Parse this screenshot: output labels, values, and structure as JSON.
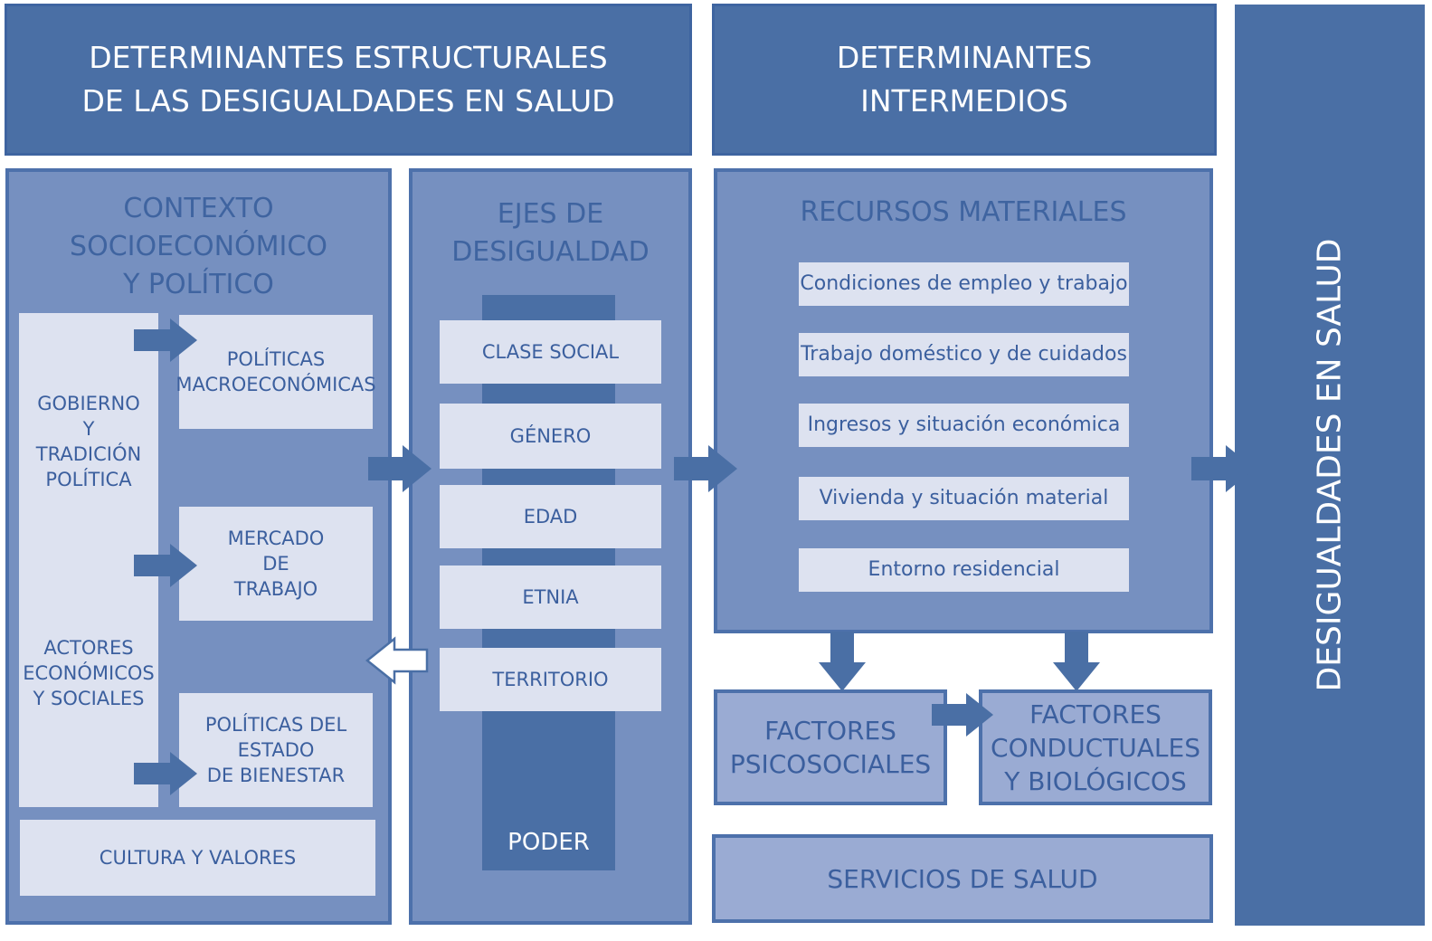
{
  "headers": {
    "structural": [
      "DETERMINANTES ESTRUCTURALES",
      "DE LAS DESIGUALDADES EN SALUD"
    ],
    "intermediate": [
      "DETERMINANTES",
      "INTERMEDIOS"
    ]
  },
  "outcome": "DESIGUALDADES EN SALUD",
  "contexto": {
    "title": [
      "CONTEXTO",
      "SOCIOECONÓMICO",
      "Y POLÍTICO"
    ],
    "actors_left": {
      "gobierno": [
        "GOBIERNO",
        "Y",
        "TRADICIÓN",
        "POLÍTICA"
      ],
      "actores": [
        "ACTORES",
        "ECONÓMICOS",
        "Y SOCIALES"
      ]
    },
    "policies": [
      [
        "POLÍTICAS",
        "MACROECONÓMICAS"
      ],
      [
        "MERCADO",
        "DE",
        "TRABAJO"
      ],
      [
        "POLÍTICAS DEL",
        "ESTADO",
        "DE BIENESTAR"
      ]
    ],
    "cultura": "CULTURA Y VALORES"
  },
  "ejes": {
    "title": [
      "EJES DE",
      "DESIGUALDAD"
    ],
    "items": [
      "CLASE SOCIAL",
      "GÉNERO",
      "EDAD",
      "ETNIA",
      "TERRITORIO"
    ],
    "poder": "PODER"
  },
  "recursos": {
    "title": "RECURSOS MATERIALES",
    "items": [
      "Condiciones de empleo y trabajo",
      "Trabajo doméstico y de cuidados",
      "Ingresos y situación económica",
      "Vivienda y situación material",
      "Entorno residencial"
    ]
  },
  "factores_psico": [
    "FACTORES",
    "PSICOSOCIALES"
  ],
  "factores_cond": [
    "FACTORES",
    "CONDUCTUALES",
    "Y BIOLÓGICOS"
  ],
  "servicios": "SERVICIOS DE SALUD",
  "colors": {
    "dark": "#4a6fa5",
    "panel": "#7690c0",
    "light": "#dde2f0",
    "mid": "#9aabd3",
    "text_blue": "#3b5f9e",
    "arrow": "#4a6fa5"
  }
}
